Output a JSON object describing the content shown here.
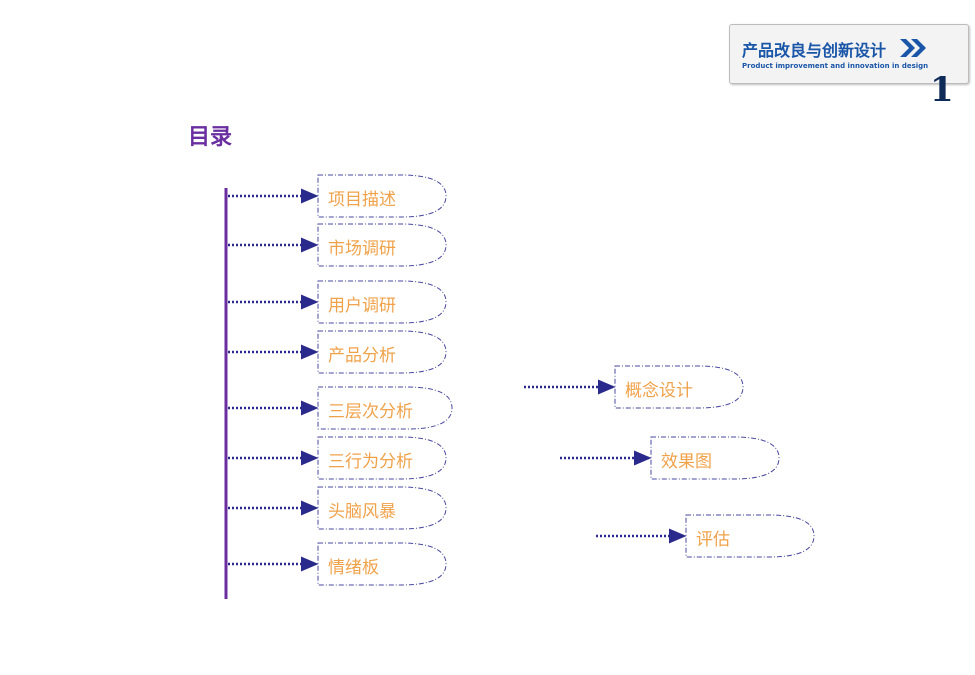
{
  "badge": {
    "title": "产品改良与创新设计",
    "subtitle": "Product improvement and innovation in design",
    "icon": "double-chevron-right-icon"
  },
  "page_number": "1",
  "toc": {
    "title": "目录",
    "left_items": [
      "项目描述",
      "市场调研",
      "用户调研",
      "产品分析",
      "三层次分析",
      "三行为分析",
      "头脑风暴",
      "情绪板"
    ],
    "right_items": [
      "概念设计",
      "效果图",
      "评估"
    ]
  },
  "colors": {
    "badge_text": "#1a56a8",
    "title": "#6a2ea0",
    "spine": "#6a2ea0",
    "arrow": "#2a2a8c",
    "label": "#f0a24a"
  }
}
